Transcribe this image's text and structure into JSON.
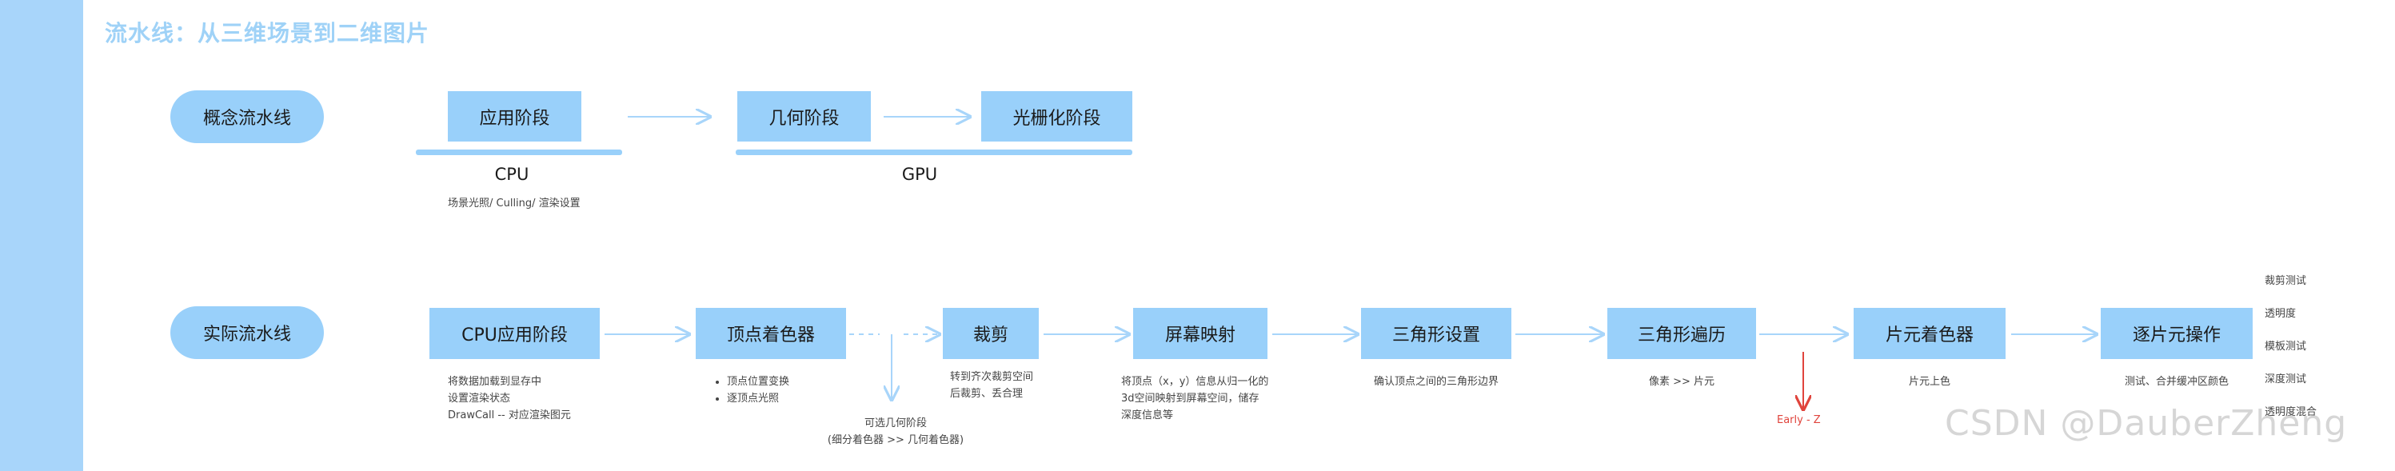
{
  "title": "流水线：从三维场景到二维图片",
  "concept": {
    "label": "概念流水线",
    "stages": [
      "应用阶段",
      "几何阶段",
      "光栅化阶段"
    ],
    "cpu_label": "CPU",
    "gpu_label": "GPU",
    "cpu_note": "场景光照/ Culling/ 渲染设置"
  },
  "actual": {
    "label": "实际流水线",
    "stages": [
      "CPU应用阶段",
      "顶点着色器",
      "裁剪",
      "屏幕映射",
      "三角形设置",
      "三角形遍历",
      "片元着色器",
      "逐片元操作"
    ],
    "notes": {
      "cpu": [
        "将数据加载到显存中",
        "设置渲染状态",
        "DrawCall -- 对应渲染图元"
      ],
      "vertex": [
        "顶点位置变换",
        "逐顶点光照"
      ],
      "optional": [
        "可选几何阶段",
        "(细分着色器 >> 几何着色器)"
      ],
      "clip": [
        "转到齐次裁剪空间",
        "后裁剪、丢合理"
      ],
      "screen": [
        "将顶点（x，y）信息从归一化的",
        "3d空间映射到屏幕空间，储存",
        "深度信息等"
      ],
      "tri_setup": "确认顶点之间的三角形边界",
      "tri_traverse": "像素 >> 片元",
      "frag": "片元上色",
      "per_frag": "测试、合并缓冲区颜色"
    },
    "early_z": "Early - Z",
    "per_frag_list": [
      "裁剪测试",
      "透明度",
      "模板测试",
      "深度测试",
      "透明度混合"
    ]
  },
  "watermark": "CSDN @DauberZheng",
  "colors": {
    "box": "#99d0fa",
    "arrow": "#a8d5fa",
    "sidebar": "#a8d5fa",
    "title": "#9fd2f7",
    "early_z": "#e0443c"
  }
}
